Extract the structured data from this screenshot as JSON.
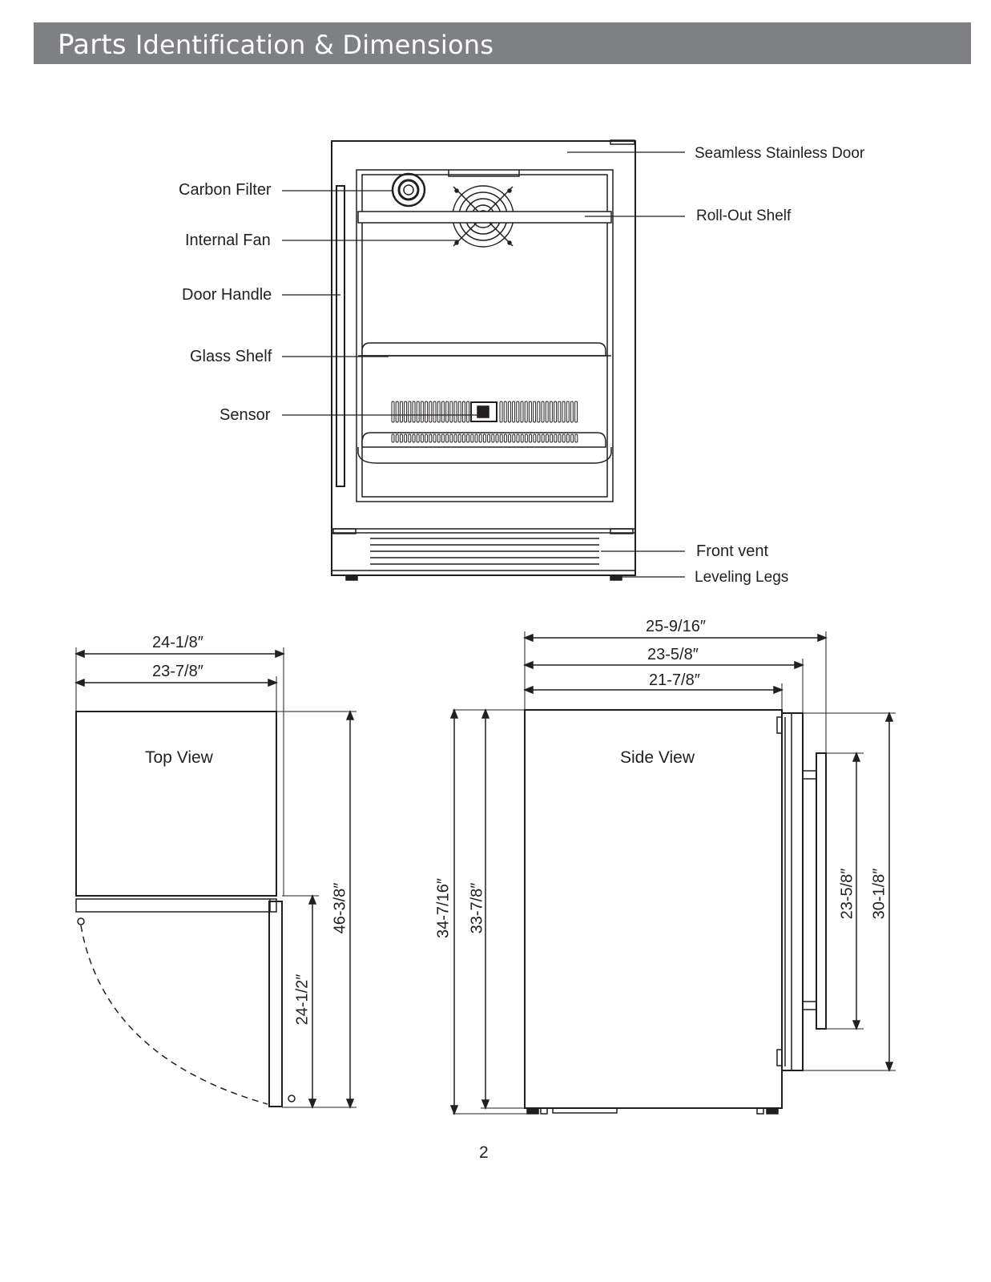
{
  "header": {
    "title_part1": "Parts",
    "title_part2": "Identification & Dimensions",
    "bg_color": "#7f8083"
  },
  "parts_diagram": {
    "left_labels": {
      "carbon_filter": "Carbon Filter",
      "internal_fan": "Internal Fan",
      "door_handle": "Door Handle",
      "glass_shelf": "Glass Shelf",
      "sensor": "Sensor"
    },
    "right_labels": {
      "seamless_door": "Seamless Stainless Door",
      "roll_out_shelf": "Roll-Out Shelf",
      "front_vent": "Front vent",
      "leveling_legs": "Leveling Legs"
    }
  },
  "top_view": {
    "title": "Top View",
    "width_outer": "24-1/8″",
    "width_inner": "23-7/8″",
    "depth_total": "46-3/8″",
    "door_swing": "24-1/2″"
  },
  "side_view": {
    "title": "Side View",
    "depth_overall": "25-9/16″",
    "depth_with_door": "23-5/8″",
    "depth_cabinet": "21-7/8″",
    "height_overall": "34-7/16″",
    "height_cabinet": "33-7/8″",
    "handle_length": "23-5/8″",
    "door_height": "30-1/8″"
  },
  "footer": {
    "page_number": "2"
  }
}
